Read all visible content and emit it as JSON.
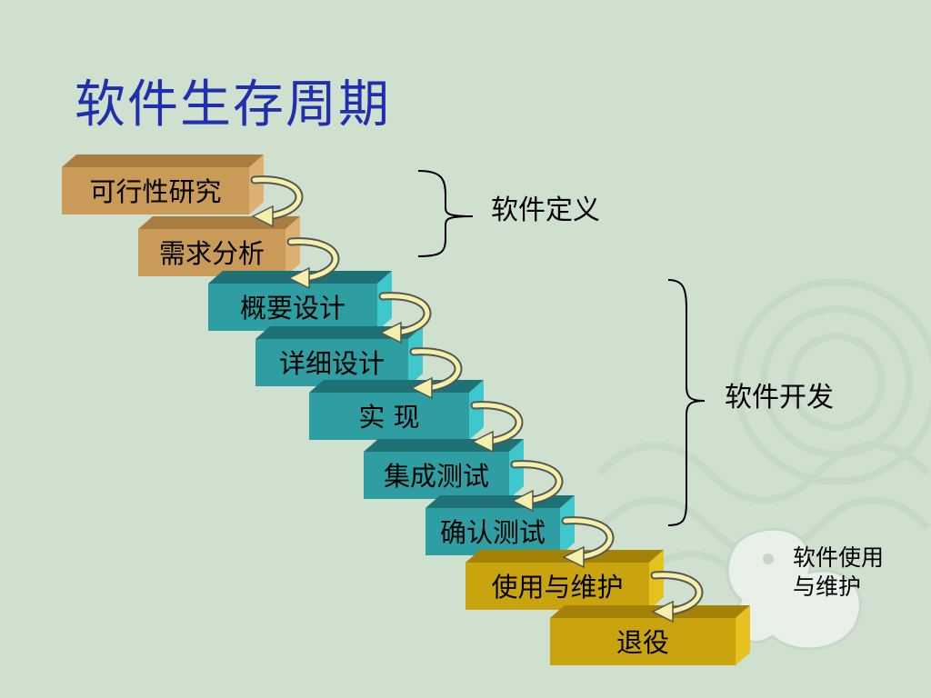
{
  "slide": {
    "title": "软件生存周期",
    "colors": {
      "background": "#cfe0cf",
      "title": "#1f2fb0",
      "brown_front": "#c99a58",
      "brown_top": "#a97c41",
      "brown_side": "#dbb071",
      "teal_front": "#2e9ea2",
      "teal_top": "#1e7275",
      "teal_side": "#3ec7cc",
      "gold_front": "#c9a40f",
      "gold_top": "#a38207",
      "gold_side": "#e6c21f",
      "arrow_fill": "#f4f0a8"
    },
    "steps": [
      {
        "label": "可行性研究",
        "color": "brown"
      },
      {
        "label": "需求分析",
        "color": "brown"
      },
      {
        "label": "概要设计",
        "color": "teal"
      },
      {
        "label": "详细设计",
        "color": "teal"
      },
      {
        "label": "实 现",
        "color": "teal"
      },
      {
        "label": "集成测试",
        "color": "teal"
      },
      {
        "label": "确认测试",
        "color": "teal"
      },
      {
        "label": "使用与维护",
        "color": "gold"
      },
      {
        "label": "退役",
        "color": "gold"
      }
    ],
    "groups": {
      "definition": "软件定义",
      "development": "软件开发",
      "usage_line1": "软件使用",
      "usage_line2": "与维护"
    }
  }
}
